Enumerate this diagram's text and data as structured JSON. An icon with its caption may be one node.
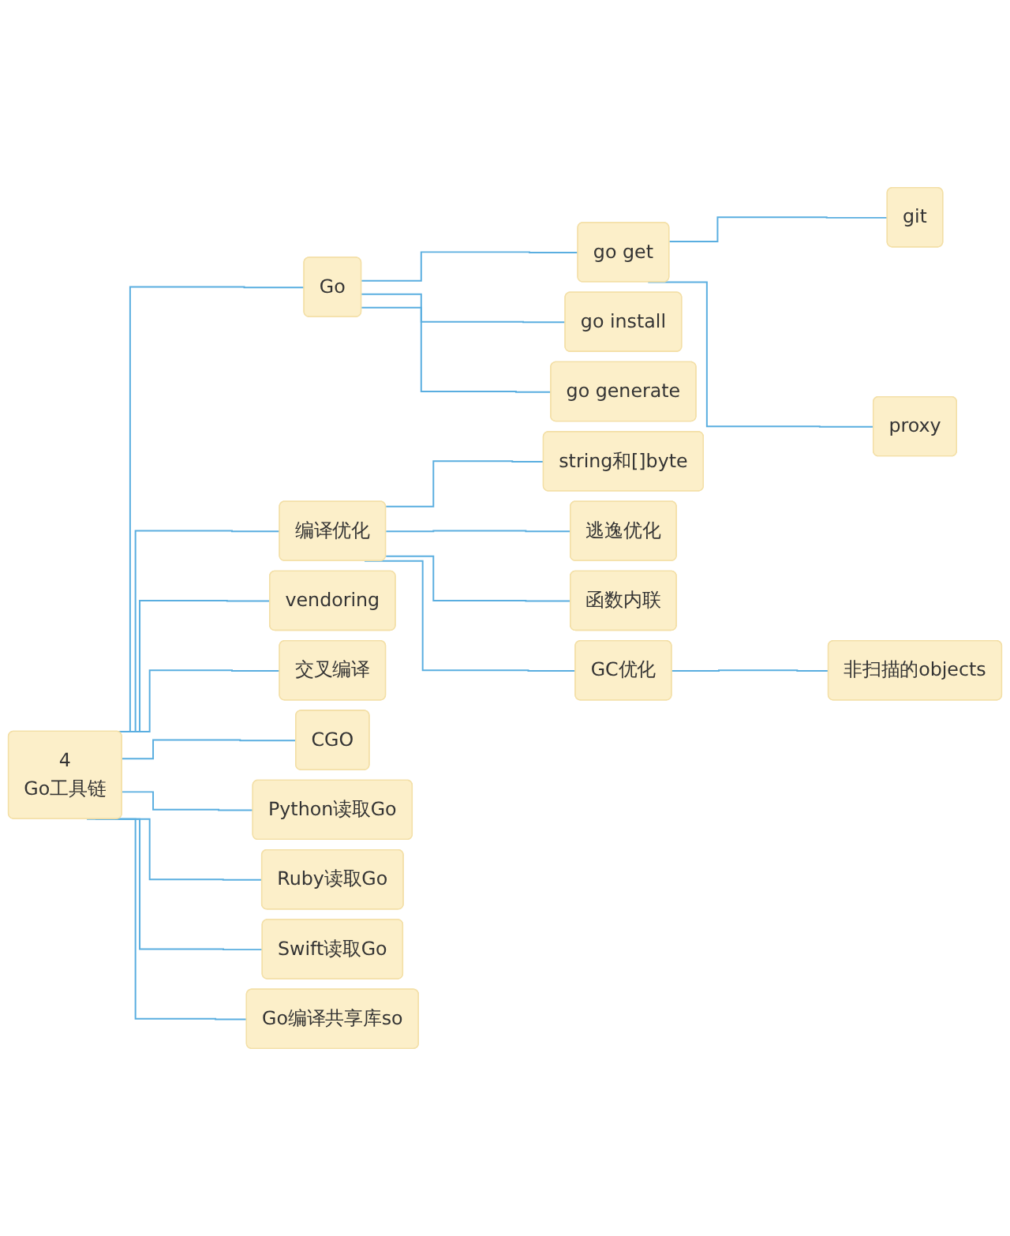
{
  "diagram": {
    "nodes": [
      {
        "text": [
          "4",
          "Go工具链"
        ]
      },
      {
        "text": [
          "Go"
        ]
      },
      {
        "text": [
          "go get"
        ]
      },
      {
        "text": [
          "git"
        ]
      },
      {
        "text": [
          "proxy"
        ]
      },
      {
        "text": [
          "go install"
        ]
      },
      {
        "text": [
          "go generate"
        ]
      },
      {
        "text": [
          "编译优化"
        ]
      },
      {
        "text": [
          "string和[]byte"
        ]
      },
      {
        "text": [
          "逃逸优化"
        ]
      },
      {
        "text": [
          "函数内联"
        ]
      },
      {
        "text": [
          "GC优化"
        ]
      },
      {
        "text": [
          "非扫描的objects"
        ]
      },
      {
        "text": [
          "vendoring"
        ]
      },
      {
        "text": [
          "交叉编译"
        ]
      },
      {
        "text": [
          "CGO"
        ]
      },
      {
        "text": [
          "Python读取Go"
        ]
      },
      {
        "text": [
          "Ruby读取Go"
        ]
      },
      {
        "text": [
          "Swift读取Go"
        ]
      },
      {
        "text": [
          "Go编译共享库so"
        ]
      }
    ],
    "edges": [
      {
        "from": 0,
        "to": 1,
        "arrow": "none"
      },
      {
        "from": 1,
        "to": 2,
        "arrow": "none"
      },
      {
        "from": 2,
        "to": 3,
        "arrow": "none"
      },
      {
        "from": 2,
        "to": 4,
        "arrow": "none"
      },
      {
        "from": 1,
        "to": 5,
        "arrow": "none"
      },
      {
        "from": 1,
        "to": 6,
        "arrow": "none"
      },
      {
        "from": 0,
        "to": 7,
        "arrow": "none"
      },
      {
        "from": 7,
        "to": 8,
        "arrow": "none"
      },
      {
        "from": 7,
        "to": 9,
        "arrow": "none"
      },
      {
        "from": 7,
        "to": 10,
        "arrow": "none"
      },
      {
        "from": 7,
        "to": 11,
        "arrow": "none"
      },
      {
        "from": 11,
        "to": 12,
        "arrow": "none"
      },
      {
        "from": 0,
        "to": 13,
        "arrow": "none"
      },
      {
        "from": 0,
        "to": 14,
        "arrow": "none"
      },
      {
        "from": 0,
        "to": 15,
        "arrow": "none"
      },
      {
        "from": 0,
        "to": 16,
        "arrow": "none"
      },
      {
        "from": 0,
        "to": 17,
        "arrow": "none"
      },
      {
        "from": 0,
        "to": 18,
        "arrow": "none"
      },
      {
        "from": 0,
        "to": 19,
        "arrow": "none"
      }
    ]
  }
}
